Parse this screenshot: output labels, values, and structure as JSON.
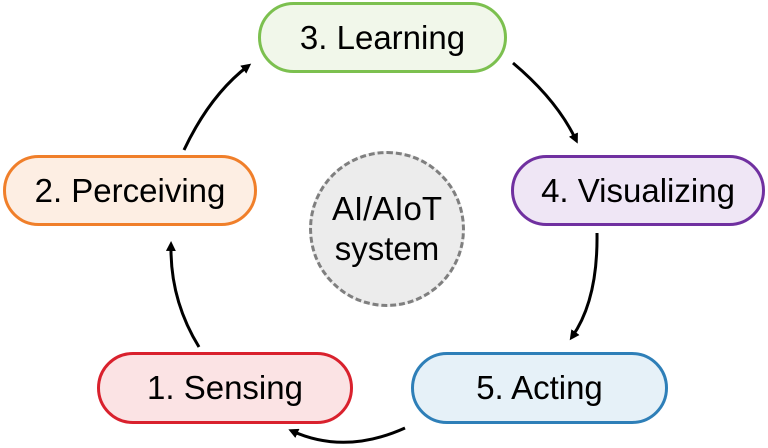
{
  "diagram": {
    "type": "cycle",
    "center": {
      "line1": "AI/AIoT",
      "line2": "system",
      "fill": "#ececec",
      "border": "#7f7f7f",
      "border_style": "dashed"
    },
    "nodes": [
      {
        "id": "sensing",
        "label": "1. Sensing",
        "border": "#d9212d",
        "fill": "#fbe3e4"
      },
      {
        "id": "perceiving",
        "label": "2. Perceiving",
        "border": "#f07f2a",
        "fill": "#fdeee3"
      },
      {
        "id": "learning",
        "label": "3. Learning",
        "border": "#7cc04f",
        "fill": "#f1f7ea"
      },
      {
        "id": "visualizing",
        "label": "4. Visualizing",
        "border": "#7030a0",
        "fill": "#efe6f5"
      },
      {
        "id": "acting",
        "label": "5. Acting",
        "border": "#2e7fb8",
        "fill": "#e6f1f8"
      }
    ],
    "edges": [
      {
        "from": "sensing",
        "to": "perceiving"
      },
      {
        "from": "perceiving",
        "to": "learning"
      },
      {
        "from": "learning",
        "to": "visualizing"
      },
      {
        "from": "visualizing",
        "to": "acting"
      },
      {
        "from": "acting",
        "to": "sensing"
      }
    ],
    "arrow_color": "#000000"
  }
}
